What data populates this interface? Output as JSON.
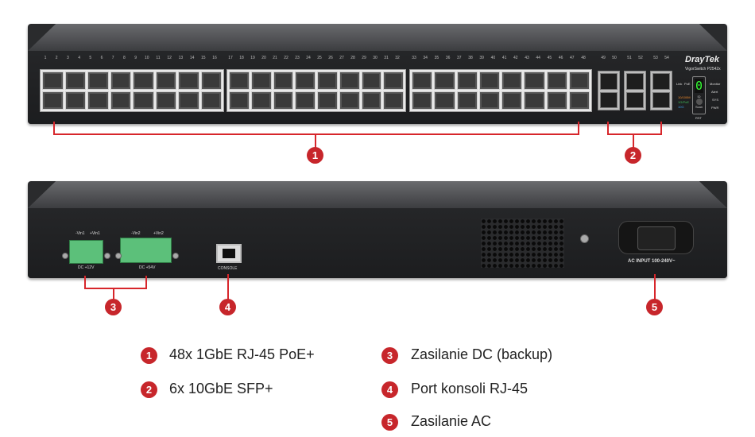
{
  "front": {
    "port_numbers": [
      "1",
      "2",
      "3",
      "4",
      "5",
      "6",
      "7",
      "8",
      "9",
      "10",
      "11",
      "12",
      "13",
      "14",
      "15",
      "16",
      "17",
      "18",
      "19",
      "20",
      "21",
      "22",
      "23",
      "24",
      "25",
      "26",
      "27",
      "28",
      "29",
      "30",
      "31",
      "32",
      "33",
      "34",
      "35",
      "36",
      "37",
      "38",
      "39",
      "40",
      "41",
      "42",
      "43",
      "44",
      "45",
      "46",
      "47",
      "48",
      "49",
      "50",
      "51",
      "52",
      "53",
      "54"
    ],
    "brand": "DrayTek",
    "model": "VigorSwitch P2542x",
    "link_label": "Link",
    "poe_label": "PoE",
    "speed_leds": [
      "10/100M",
      "1G/PoE",
      "10G"
    ],
    "status_leds": [
      "Monitor",
      "Alert",
      "SYS",
      "PWR"
    ],
    "display_digit": "0",
    "id_label": "ID",
    "scan_label": "Scan",
    "rst_label": "RST"
  },
  "back": {
    "vin1_minus": "-Vin1",
    "vin1_plus": "+Vin1",
    "vin2_minus": "-Vin2",
    "vin2_plus": "+Vin2",
    "dc12": "DC +12V",
    "dc54": "DC +54V",
    "console": "CONSOLE",
    "ac_input": "AC INPUT 100-240V~"
  },
  "callouts": [
    "1",
    "2",
    "3",
    "4",
    "5"
  ],
  "legend": [
    {
      "num": "1",
      "text": "48x 1GbE RJ-45 PoE+"
    },
    {
      "num": "2",
      "text": "6x 10GbE SFP+"
    },
    {
      "num": "3",
      "text": "Zasilanie DC (backup)"
    },
    {
      "num": "4",
      "text": "Port konsoli RJ-45"
    },
    {
      "num": "5",
      "text": "Zasilanie AC"
    }
  ],
  "colors": {
    "accent": "#c7262b",
    "chassis": "#2a2b2d",
    "terminal": "#5cc07a"
  }
}
